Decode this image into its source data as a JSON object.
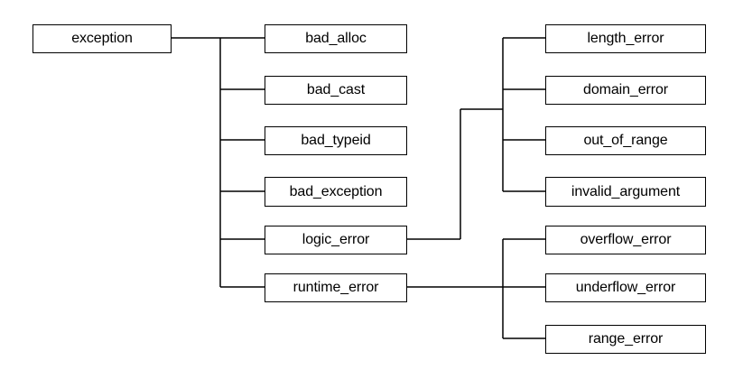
{
  "diagram": {
    "root": "exception",
    "level1": [
      "bad_alloc",
      "bad_cast",
      "bad_typeid",
      "bad_exception",
      "logic_error",
      "runtime_error"
    ],
    "logic_error_children": [
      "length_error",
      "domain_error",
      "out_of_range",
      "invalid_argument"
    ],
    "runtime_error_children": [
      "overflow_error",
      "underflow_error",
      "range_error"
    ]
  }
}
